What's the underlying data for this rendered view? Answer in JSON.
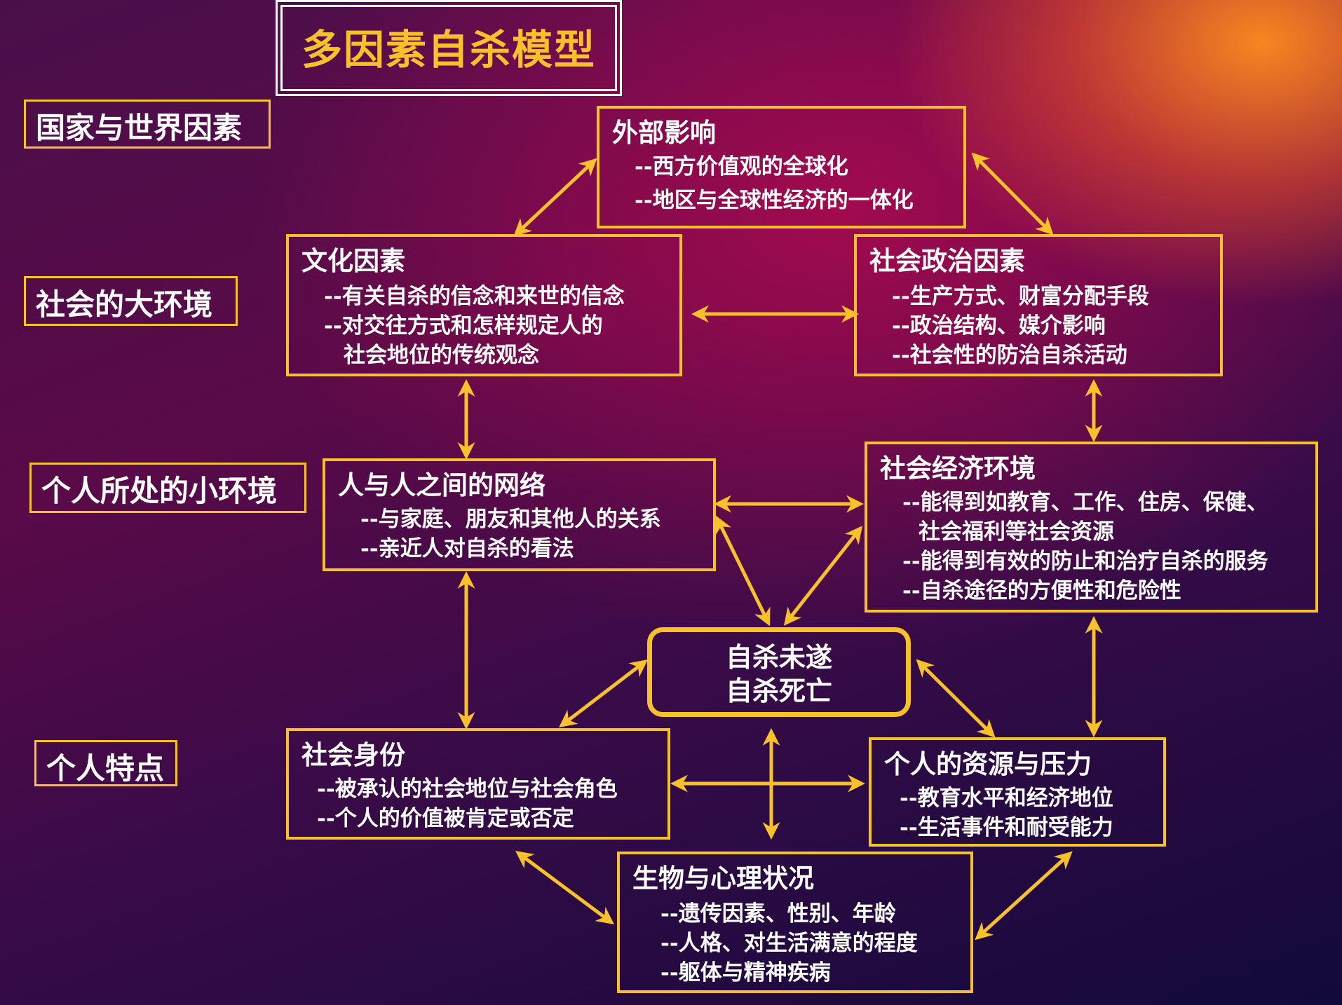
{
  "title": "多因素自杀模型",
  "levels": [
    "国家与世界因素",
    "社会的大环境",
    "个人所处的小环境",
    "个人特点"
  ],
  "boxes": {
    "external": {
      "title": "外部影响",
      "items": [
        "--西方价值观的全球化",
        "--地区与全球性经济的一体化"
      ]
    },
    "culture": {
      "title": "文化因素",
      "items": [
        "--有关自杀的信念和来世的信念",
        "--对交往方式和怎样规定人的",
        "社会地位的传统观念"
      ]
    },
    "sociopolitical": {
      "title": "社会政治因素",
      "items": [
        "--生产方式、财富分配手段",
        "--政治结构、媒介影响",
        "--社会性的防治自杀活动"
      ]
    },
    "network": {
      "title": "人与人之间的网络",
      "items": [
        "--与家庭、朋友和其他人的关系",
        "--亲近人对自杀的看法"
      ]
    },
    "socioeconomic": {
      "title": "社会经济环境",
      "items": [
        "--能得到如教育、工作、住房、保健、",
        "社会福利等社会资源",
        "--能得到有效的防止和治疗自杀的服务",
        "--自杀途径的方便性和危险性"
      ]
    },
    "outcome": {
      "lines": [
        "自杀未遂",
        "自杀死亡"
      ]
    },
    "identity": {
      "title": "社会身份",
      "items": [
        "--被承认的社会地位与社会角色",
        "--个人的价值被肯定或否定"
      ]
    },
    "resources": {
      "title": "个人的资源与压力",
      "items": [
        "--教育水平和经济地位",
        "--生活事件和耐受能力"
      ]
    },
    "biopsych": {
      "title": "生物与心理状况",
      "items": [
        "--遗传因素、性别、年龄",
        "--人格、对生活满意的程度",
        "--躯体与精神疾病"
      ]
    }
  },
  "colors": {
    "accent": "#f7c12c",
    "text": "#ffffff"
  }
}
